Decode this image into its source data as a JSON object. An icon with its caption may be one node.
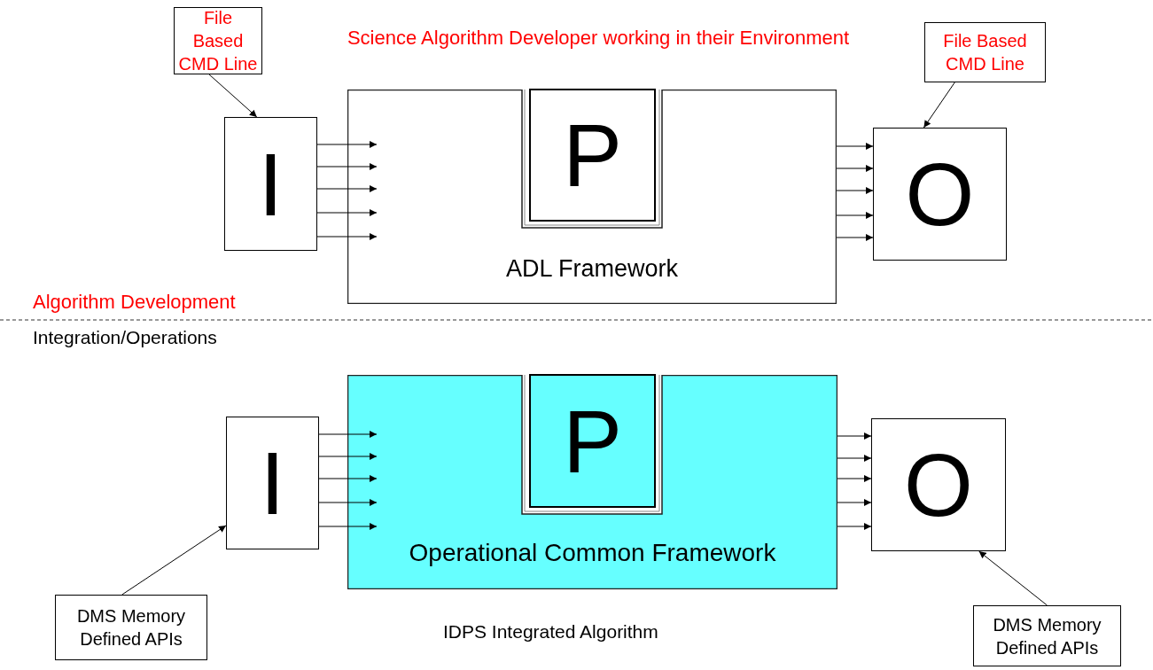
{
  "diagram": {
    "nodes": [
      {
        "text": [
          "File Based CMD Line"
        ]
      },
      {
        "text": [
          "I"
        ]
      },
      {
        "text": [
          "ADL Framework"
        ]
      },
      {
        "text": [
          "P"
        ],
        "in": 2
      },
      {
        "text": [
          "O"
        ]
      },
      {
        "text": [
          "File Based CMD Line"
        ]
      },
      {
        "text": [
          "I"
        ]
      },
      {
        "text": [
          "Operational Common Framework"
        ]
      },
      {
        "text": [
          "P"
        ],
        "in": 7
      },
      {
        "text": [
          "O"
        ]
      },
      {
        "text": [
          "DMS Memory Defined APIs"
        ]
      },
      {
        "text": [
          "DMS Memory Defined APIs"
        ]
      }
    ],
    "edges": [
      {
        "from": 0,
        "to": 1,
        "arrow": "to"
      },
      {
        "from": 1,
        "to": 2,
        "arrow": "to"
      },
      {
        "from": 1,
        "to": 2,
        "arrow": "to"
      },
      {
        "from": 1,
        "to": 2,
        "arrow": "to"
      },
      {
        "from": 1,
        "to": 2,
        "arrow": "to"
      },
      {
        "from": 1,
        "to": 2,
        "arrow": "to"
      },
      {
        "from": 2,
        "to": 4,
        "arrow": "to"
      },
      {
        "from": 2,
        "to": 4,
        "arrow": "to"
      },
      {
        "from": 2,
        "to": 4,
        "arrow": "to"
      },
      {
        "from": 2,
        "to": 4,
        "arrow": "to"
      },
      {
        "from": 2,
        "to": 4,
        "arrow": "to"
      },
      {
        "from": 5,
        "to": 4,
        "arrow": "to"
      },
      {
        "from": 6,
        "to": 7,
        "arrow": "to"
      },
      {
        "from": 6,
        "to": 7,
        "arrow": "to"
      },
      {
        "from": 6,
        "to": 7,
        "arrow": "to"
      },
      {
        "from": 6,
        "to": 7,
        "arrow": "to"
      },
      {
        "from": 6,
        "to": 7,
        "arrow": "to"
      },
      {
        "from": 7,
        "to": 9,
        "arrow": "to"
      },
      {
        "from": 7,
        "to": 9,
        "arrow": "to"
      },
      {
        "from": 7,
        "to": 9,
        "arrow": "to"
      },
      {
        "from": 7,
        "to": 9,
        "arrow": "to"
      },
      {
        "from": 7,
        "to": 9,
        "arrow": "to"
      },
      {
        "from": 10,
        "to": 6,
        "arrow": "to"
      },
      {
        "from": 11,
        "to": 9,
        "arrow": "to"
      }
    ],
    "labels": [
      "Science Algorithm Developer working in their Environment",
      "Algorithm Development",
      "Integration/Operations",
      "IDPS Integrated Algorithm"
    ]
  }
}
